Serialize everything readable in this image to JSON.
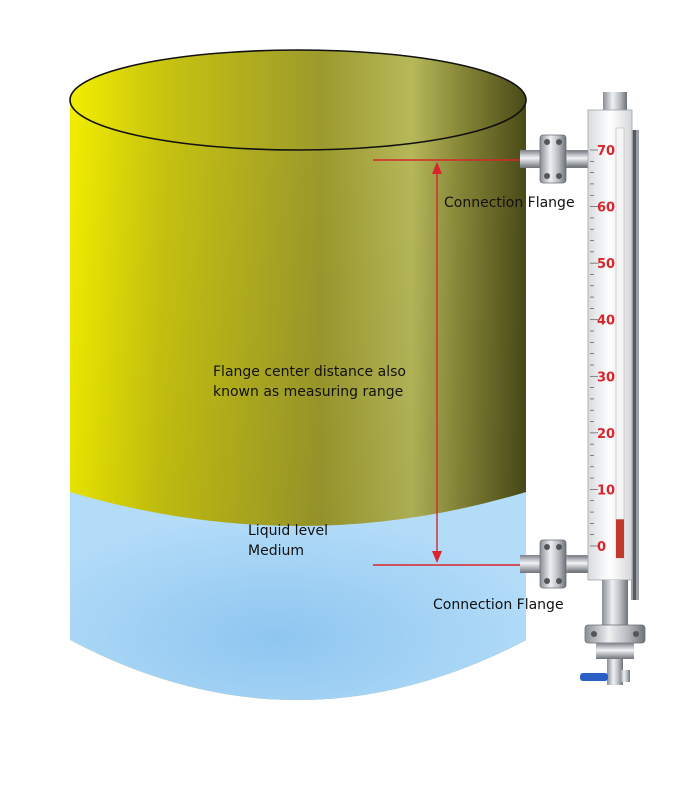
{
  "labels": {
    "connection_flange_top": "Connection Flange",
    "connection_flange_bottom": "Connection Flange",
    "range_line1": "Flange center distance also",
    "range_line2": "known as measuring range",
    "liquid_line1": "Liquid level",
    "liquid_line2": "Medium"
  },
  "gauge": {
    "scale_labels": [
      "70",
      "60",
      "50",
      "40",
      "30",
      "20",
      "10",
      "0"
    ],
    "level_fraction": 0.09
  },
  "colors": {
    "tank_yellow": "#e8e400",
    "tank_olive": "#6a6a20",
    "liquid_blue": "#a9d6f7",
    "dimension_red": "#d9252b",
    "scale_red": "#d9252b",
    "valve_blue": "#2a5fc8"
  }
}
